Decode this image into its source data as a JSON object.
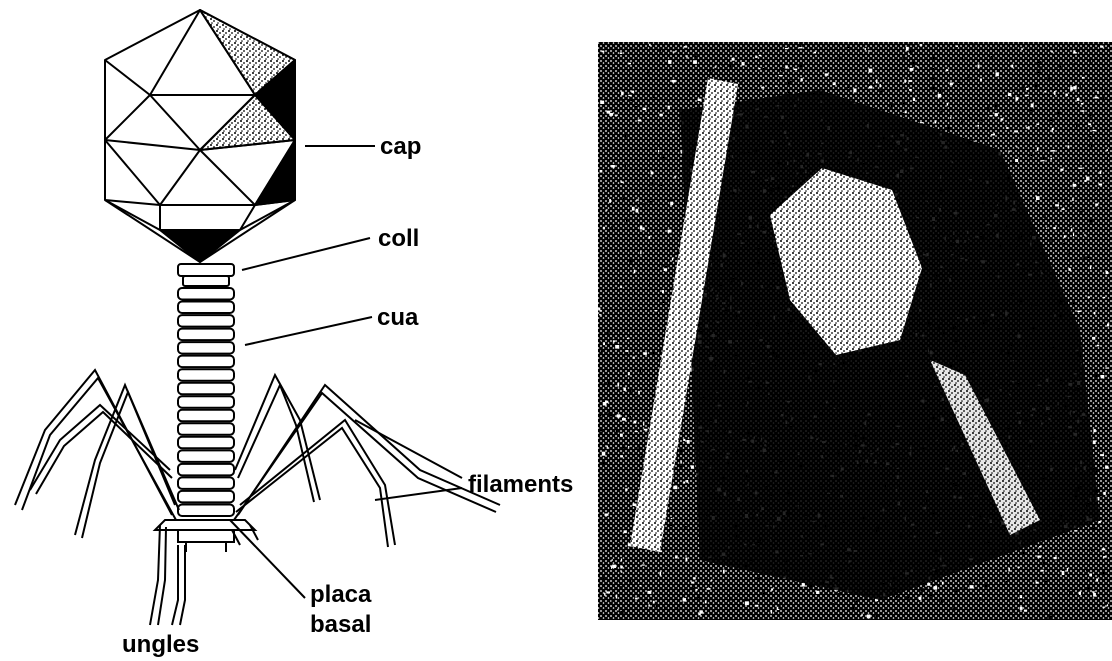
{
  "diagram": {
    "labels": {
      "cap": "cap",
      "coll": "coll",
      "cua": "cua",
      "filaments": "filaments",
      "placa_line1": "placa",
      "placa_line2": "basal",
      "ungles": "ungles"
    },
    "colors": {
      "ink": "#000000",
      "paper": "#ffffff"
    }
  },
  "micrograph": {
    "style": "black-and-white electron micrograph (dithered)"
  }
}
